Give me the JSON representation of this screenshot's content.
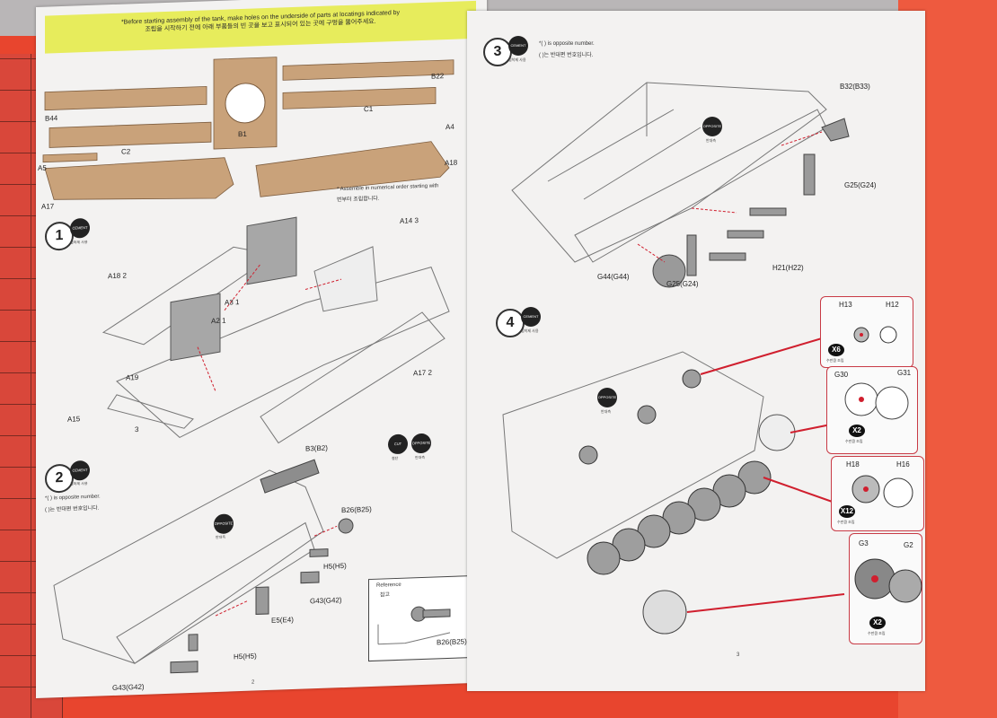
{
  "left_page": {
    "banner": {
      "line1": "*Before starting assembly of the tank, make holes on the underside of parts at locatings indicated by",
      "line2": "조립을 시작하기 전에 아래 부품들의 빈 곳을 보고 표시되어 있는 곳에 구멍을 뚫어주세요."
    },
    "sprue_labels": [
      "B44",
      "A5",
      "A17",
      "C2",
      "B1",
      "C1",
      "B22",
      "A4",
      "A18"
    ],
    "note": "* Assemble in numerical order starting with",
    "note_kr": "번부터 조립합니다.",
    "step1": {
      "number": "1",
      "badge": "CEMENT",
      "badge_label": "접착제 사용",
      "labels": [
        "A14 3",
        "A18 2",
        "A3 1",
        "A2 1",
        "A19",
        "A15",
        "3",
        "A17 2"
      ]
    },
    "step2": {
      "number": "2",
      "badge": "CEMENT",
      "badge_label": "접착제 사용",
      "note_en": "*( ) is opposite number.",
      "note_kr": "( )는 반대편 번호입니다.",
      "cut_badge": "CUT",
      "cut_label": "절단",
      "opposite_badge": "OPPOSITE",
      "opposite_label": "반대측",
      "opposite_small": "OPPOSITE",
      "opposite_small_label": "반대측",
      "labels": [
        "B3(B2)",
        "B26(B25)",
        "H5(H5)",
        "G43(G42)",
        "E5(E4)",
        "H5(H5)",
        "G43(G42)"
      ],
      "reference": {
        "title": "Reference",
        "title_kr": "참고",
        "label": "B26(B25)"
      }
    },
    "page_number": "2"
  },
  "right_page": {
    "step3": {
      "number": "3",
      "badge": "CEMENT",
      "badge_label": "접착제 사용",
      "note_en": "*( ) is opposite number.",
      "note_kr": "( )는 반대편 번호입니다.",
      "opposite_badge": "OPPOSITE",
      "opposite_label": "반대측",
      "labels": [
        "B32(B33)",
        "G25(G24)",
        "H21(H22)",
        "G25(G24)",
        "G44(G44)"
      ]
    },
    "step4": {
      "number": "4",
      "badge": "CEMENT",
      "badge_label": "접착제 사용",
      "opposite_badge": "OPPOSITE",
      "opposite_label": "반대측",
      "panels": [
        {
          "parts": [
            "H13",
            "H12"
          ],
          "multiplier": "X6",
          "sub": "수만큼 조립"
        },
        {
          "parts": [
            "G30",
            "G31"
          ],
          "multiplier": "X2",
          "sub": "수만큼 조립"
        },
        {
          "parts": [
            "H18",
            "H16"
          ],
          "multiplier": "X12",
          "sub": "수만큼 조립"
        },
        {
          "parts": [
            "G3",
            "G2"
          ],
          "multiplier": "X2",
          "sub": "수만큼 조립"
        }
      ]
    },
    "page_number": "3"
  },
  "colors": {
    "cement_red": "#d01f2e",
    "sprue_tan": "#c9a27a",
    "banner_yellow": "#e7ec5c",
    "panel_border": "#c83a45"
  }
}
